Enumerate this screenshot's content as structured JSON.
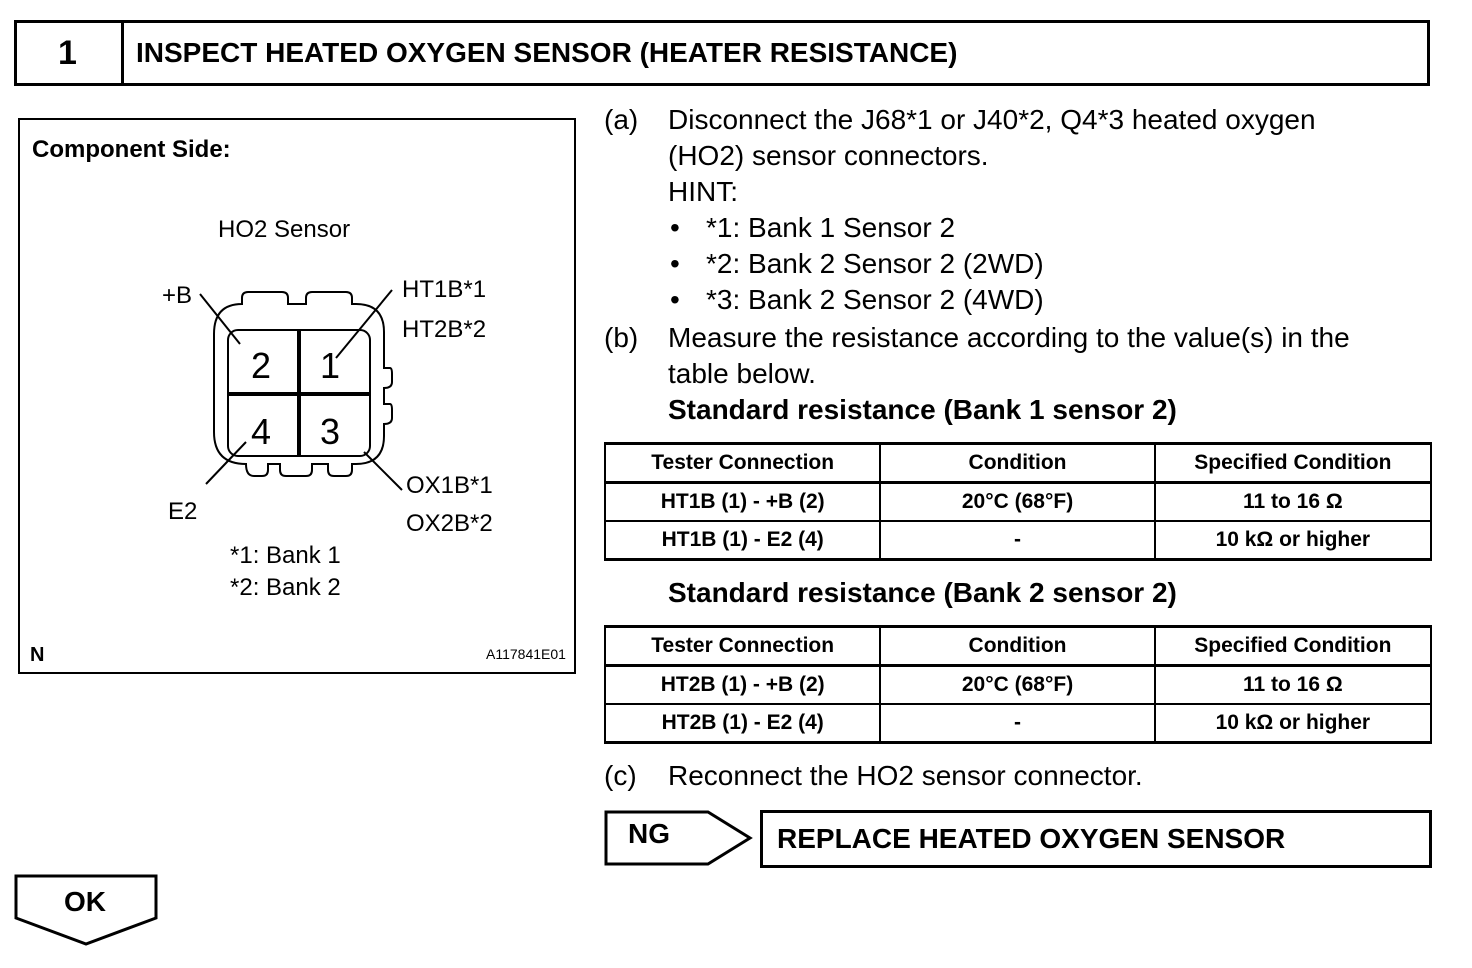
{
  "step": {
    "number": "1",
    "title": "INSPECT HEATED OXYGEN SENSOR (HEATER RESISTANCE)"
  },
  "figure": {
    "heading": "Component Side:",
    "sensor_label": "HO2 Sensor",
    "pins": {
      "p1": "1",
      "p2": "2",
      "p3": "3",
      "p4": "4"
    },
    "labels": {
      "plus_b": "+B",
      "ht1b": "HT1B*1",
      "ht2b": "HT2B*2",
      "ox1b": "OX1B*1",
      "ox2b": "OX2B*2",
      "e2": "E2"
    },
    "notes": [
      "*1: Bank 1",
      "*2: Bank 2"
    ],
    "corner_n": "N",
    "figure_id": "A117841E01"
  },
  "steps": {
    "a": {
      "label": "(a)",
      "line1": "Disconnect the J68*1 or J40*2, Q4*3 heated oxygen",
      "line2": "(HO2) sensor connectors.",
      "hint": "HINT:",
      "bullet": "•",
      "hints": [
        "*1: Bank 1 Sensor 2",
        "*2: Bank 2 Sensor 2 (2WD)",
        "*3: Bank 2 Sensor 2 (4WD)"
      ]
    },
    "b": {
      "label": "(b)",
      "line1": "Measure the resistance according to the value(s) in the",
      "line2": "table below."
    },
    "c": {
      "label": "(c)",
      "text": "Reconnect the HO2 sensor connector."
    }
  },
  "tables": [
    {
      "title": "Standard resistance (Bank 1 sensor 2)",
      "headers": [
        "Tester Connection",
        "Condition",
        "Specified Condition"
      ],
      "rows": [
        [
          "HT1B (1) - +B (2)",
          "20°C (68°F)",
          "11 to 16 Ω"
        ],
        [
          "HT1B (1) - E2 (4)",
          "-",
          "10 kΩ or higher"
        ]
      ]
    },
    {
      "title": "Standard resistance (Bank 2 sensor 2)",
      "headers": [
        "Tester Connection",
        "Condition",
        "Specified Condition"
      ],
      "rows": [
        [
          "HT2B (1) - +B (2)",
          "20°C (68°F)",
          "11 to 16 Ω"
        ],
        [
          "HT2B (1) - E2 (4)",
          "-",
          "10 kΩ or higher"
        ]
      ]
    }
  ],
  "result_ng": {
    "tag": "NG",
    "action": "REPLACE HEATED OXYGEN SENSOR"
  },
  "result_ok": {
    "tag": "OK"
  }
}
